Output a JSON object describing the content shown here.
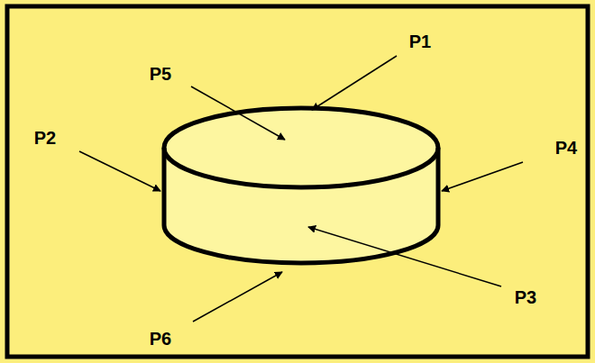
{
  "diagram": {
    "labels": [
      "P1",
      "P5",
      "P2",
      "P4",
      "P3",
      "P6"
    ]
  }
}
